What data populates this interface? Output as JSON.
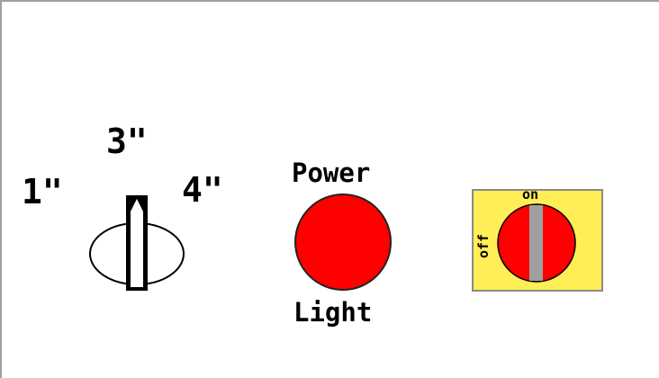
{
  "depth_selector": {
    "labels": [
      "1\"",
      "3\"",
      "4\""
    ]
  },
  "power_light": {
    "top_label": "Power",
    "bottom_label": "Light",
    "color": "#ff0000"
  },
  "main_switch": {
    "on_label": "on",
    "off_label": "off",
    "plate_color": "#ffee55",
    "knob_color": "#ff0000",
    "handle_color": "#a0a0a0"
  }
}
